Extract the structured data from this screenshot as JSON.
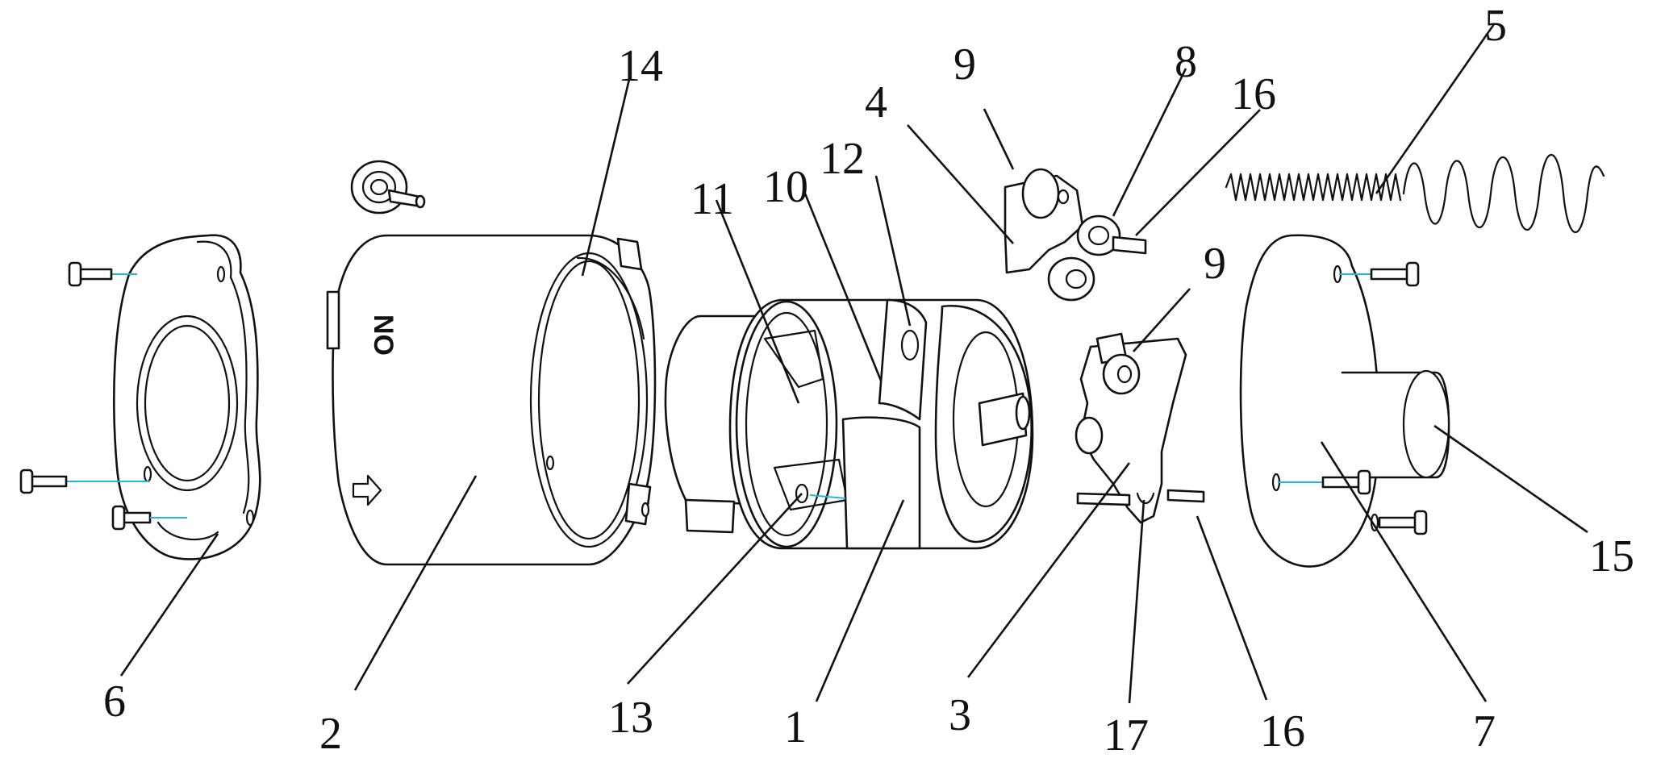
{
  "colors": {
    "line": "#111111",
    "background": "#ffffff",
    "guide": "#22b8cf"
  },
  "stamp_text": "NO",
  "stamp_icon": "right-arrow-icon",
  "labels": {
    "p1": "1",
    "p2": "2",
    "p3": "3",
    "p4": "4",
    "p5": "5",
    "p6": "6",
    "p7": "7",
    "p8": "8",
    "p9a": "9",
    "p9b": "9",
    "p10": "10",
    "p11": "11",
    "p12": "12",
    "p13": "13",
    "p14": "14",
    "p15": "15",
    "p16a": "16",
    "p16b": "16",
    "p17": "17"
  }
}
